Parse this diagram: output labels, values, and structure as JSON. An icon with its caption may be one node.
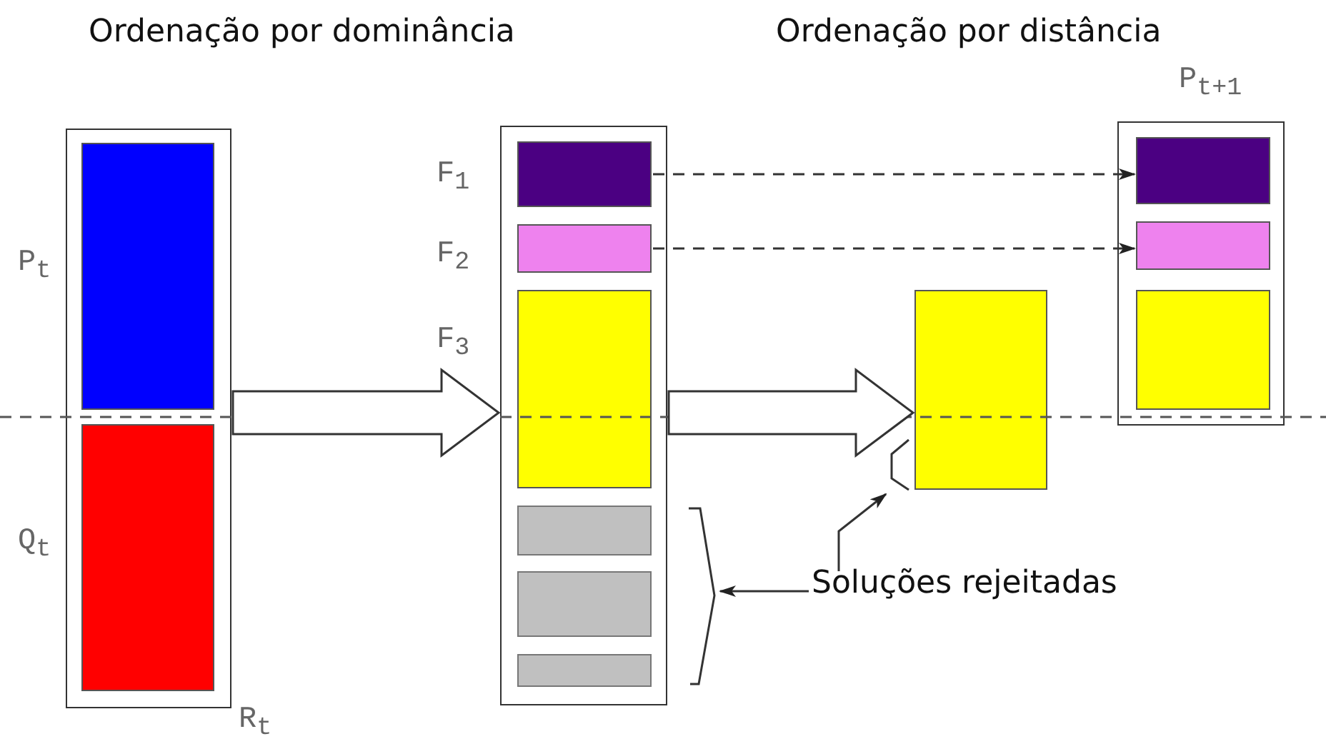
{
  "diagram": {
    "nodes": [
      {
        "text": [
          "R$_{t}$"
        ]
      },
      {
        "text": [
          "P$_{t}$"
        ],
        "in": 0
      },
      {
        "text": [
          "Q$_{t}$"
        ],
        "in": 0
      },
      {
        "text": [],
        "shape": "box"
      },
      {
        "text": [
          "F$_{1}$"
        ],
        "in": 3
      },
      {
        "text": [
          "F$_{2}$"
        ],
        "in": 3
      },
      {
        "text": [
          "F$_{3}$"
        ],
        "in": 3
      },
      {
        "text": [],
        "shape": "box",
        "in": 3
      },
      {
        "text": [],
        "shape": "box",
        "in": 3
      },
      {
        "text": [],
        "shape": "box",
        "in": 3
      },
      {
        "text": [],
        "shape": "box"
      },
      {
        "text": [
          "P$_{t+1}$"
        ]
      },
      {
        "text": [],
        "shape": "box",
        "in": 11
      },
      {
        "text": [],
        "shape": "box",
        "in": 11
      },
      {
        "text": [],
        "shape": "box",
        "in": 11
      },
      {
        "text": [
          "Soluções rejeitadas"
        ]
      },
      {
        "text": [],
        "shape": "bracket"
      },
      {
        "text": [],
        "shape": "bracket"
      }
    ],
    "edges": [
      {
        "from": 0,
        "to": 3,
        "arrow": "to",
        "style": "thick"
      },
      {
        "from": 3,
        "to": 10,
        "arrow": "to",
        "style": "thick"
      },
      {
        "from": 4,
        "to": 12,
        "arrow": "to",
        "style": "dashed"
      },
      {
        "from": 5,
        "to": 13,
        "arrow": "to",
        "style": "dashed"
      },
      {
        "from": 15,
        "to": 16,
        "arrow": "to"
      },
      {
        "from": 15,
        "to": 17,
        "arrow": "to"
      }
    ],
    "labels": [
      "Ordenação por dominância",
      "Ordenação por distância"
    ]
  }
}
